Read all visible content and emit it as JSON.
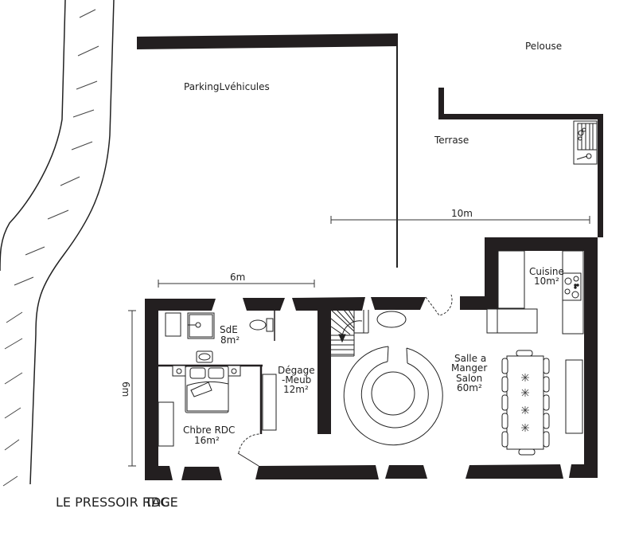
{
  "title": "LE PRESSOIR RDC",
  "title_overlap": "TAGE",
  "outdoor": {
    "parking": "ParkingLvéhicules",
    "pelouse": "Pelouse",
    "terrase": "Terrase"
  },
  "dimensions": {
    "top_width": "10m",
    "left_width": "6m",
    "left_height": "6m"
  },
  "rooms": {
    "sde": {
      "name": "SdE",
      "area": "8m²"
    },
    "degage": {
      "line1": "Dégage",
      "line2": "-Meub",
      "area": "12m²"
    },
    "chambre": {
      "name": "Chbre RDC",
      "area": "16m²"
    },
    "cuisine": {
      "name": "Cuisine",
      "area": "10m²"
    },
    "salon": {
      "line1": "Salle a",
      "line2": "Manger",
      "line3": "Salon",
      "area": "60m²"
    }
  },
  "colors": {
    "wall": "#231f20",
    "line": "#222222",
    "background": "#ffffff"
  }
}
